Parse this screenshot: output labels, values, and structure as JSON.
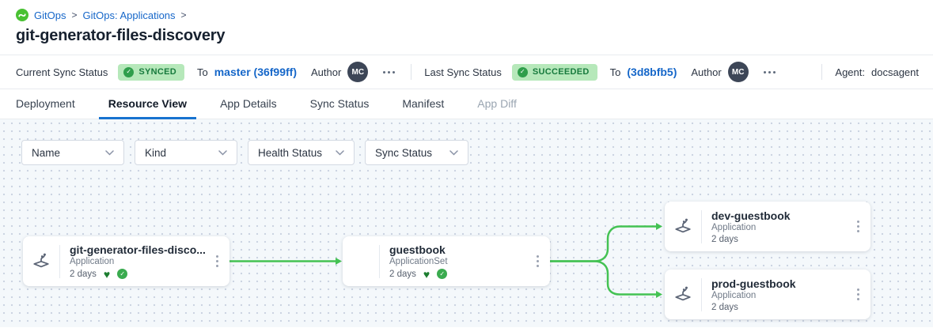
{
  "colors": {
    "link_blue": "#1667c9",
    "tab_underline_blue": "#1773cf",
    "edge_green": "#44c253",
    "badge_bg_green": "#b6e8ba",
    "badge_text_green": "#177a3d",
    "health_heart_green": "#1c7d2f",
    "sync_check_green": "#3aab4f",
    "logo_green": "#49c133",
    "avatar_bg": "#3d4657"
  },
  "breadcrumb": {
    "separator": ">",
    "items": [
      {
        "label": "GitOps"
      },
      {
        "label": "GitOps: Applications"
      }
    ]
  },
  "page_title": "git-generator-files-discovery",
  "status_bar": {
    "current_sync": {
      "label": "Current Sync Status",
      "badge": "SYNCED",
      "to_label": "To",
      "revision": "master (36f99ff)",
      "author_label": "Author",
      "avatar_initials": "MC"
    },
    "last_sync": {
      "label": "Last Sync Status",
      "badge": "SUCCEEDED",
      "to_label": "To",
      "revision": "(3d8bfb5)",
      "author_label": "Author",
      "avatar_initials": "MC"
    },
    "agent_label": "Agent:",
    "agent_value": "docsagent"
  },
  "tabs": [
    {
      "label": "Deployment",
      "state": "normal"
    },
    {
      "label": "Resource View",
      "state": "active"
    },
    {
      "label": "App Details",
      "state": "normal"
    },
    {
      "label": "Sync Status",
      "state": "normal"
    },
    {
      "label": "Manifest",
      "state": "normal"
    },
    {
      "label": "App Diff",
      "state": "disabled"
    }
  ],
  "filters": [
    {
      "label": "Name"
    },
    {
      "label": "Kind"
    },
    {
      "label": "Health Status"
    },
    {
      "label": "Sync Status"
    }
  ],
  "graph": {
    "nodes": [
      {
        "title": "git-generator-files-disco...",
        "kind": "Application",
        "age": "2 days",
        "healthy": true,
        "synced": true
      },
      {
        "title": "guestbook",
        "kind": "ApplicationSet",
        "age": "2 days",
        "healthy": true,
        "synced": true
      },
      {
        "title": "dev-guestbook",
        "kind": "Application",
        "age": "2 days"
      },
      {
        "title": "prod-guestbook",
        "kind": "Application",
        "age": "2 days"
      }
    ]
  }
}
